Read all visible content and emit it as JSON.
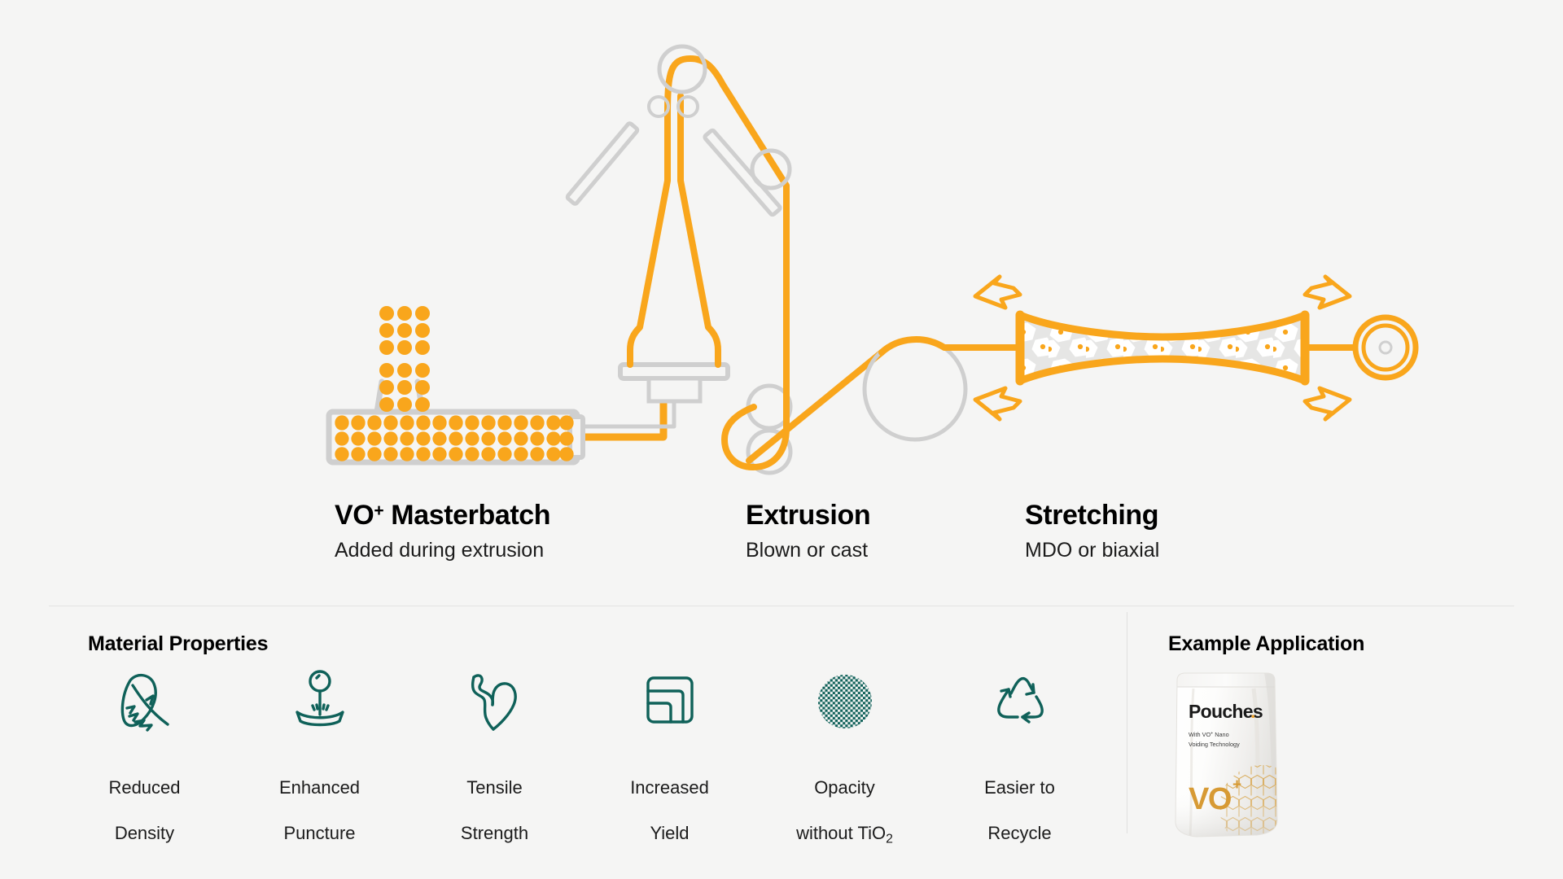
{
  "theme": {
    "background": "#f5f5f4",
    "accent_orange": "#f9a61c",
    "icon_teal": "#0f6159",
    "machine_gray": "#cfcfcf",
    "divider": "#e3e3e2",
    "text": "#111111"
  },
  "process": {
    "steps": [
      {
        "id": "masterbatch",
        "title_main": "Masterbatch",
        "title_prefix": "VO",
        "title_sup": "+",
        "subtitle": "Added during extrusion",
        "icon": "extruder-icon"
      },
      {
        "id": "extrusion",
        "title": "Extrusion",
        "subtitle": "Blown or cast",
        "icon": "blown-film-tower-icon"
      },
      {
        "id": "stretching",
        "title": "Stretching",
        "subtitle": "MDO or biaxial",
        "icon": "film-stretching-icon"
      }
    ]
  },
  "material_properties": {
    "heading": "Material Properties",
    "items": [
      {
        "icon": "feather-icon",
        "label": "Reduced\nDensity",
        "label_line1": "Reduced",
        "label_line2": "Density"
      },
      {
        "icon": "puncture-pin-icon",
        "label": "Enhanced\nPuncture",
        "label_line1": "Enhanced",
        "label_line2": "Puncture"
      },
      {
        "icon": "flexed-bicep-icon",
        "label": "Tensile\nStrength",
        "label_line1": "Tensile",
        "label_line2": "Strength"
      },
      {
        "icon": "nested-squares-icon",
        "label": "Increased\nYield",
        "label_line1": "Increased",
        "label_line2": "Yield"
      },
      {
        "icon": "opacity-circle-icon",
        "label": "Opacity\nwithout TiO2",
        "label_line1": "Opacity",
        "label_line2_pre": "without TiO",
        "label_line2_sub": "2"
      },
      {
        "icon": "recycle-icon",
        "label": "Easier to\nRecycle",
        "label_line1": "Easier to",
        "label_line2": "Recycle"
      }
    ]
  },
  "example_application": {
    "heading": "Example Application",
    "pouch": {
      "brand": "Pouches",
      "brand_dot": ".",
      "tagline_line1": "With VO",
      "tagline_sup": "+",
      "tagline_line1_rest": " Nano",
      "tagline_line2": "Voiding Technology",
      "logo_text": "VO",
      "logo_sup": "+"
    }
  }
}
